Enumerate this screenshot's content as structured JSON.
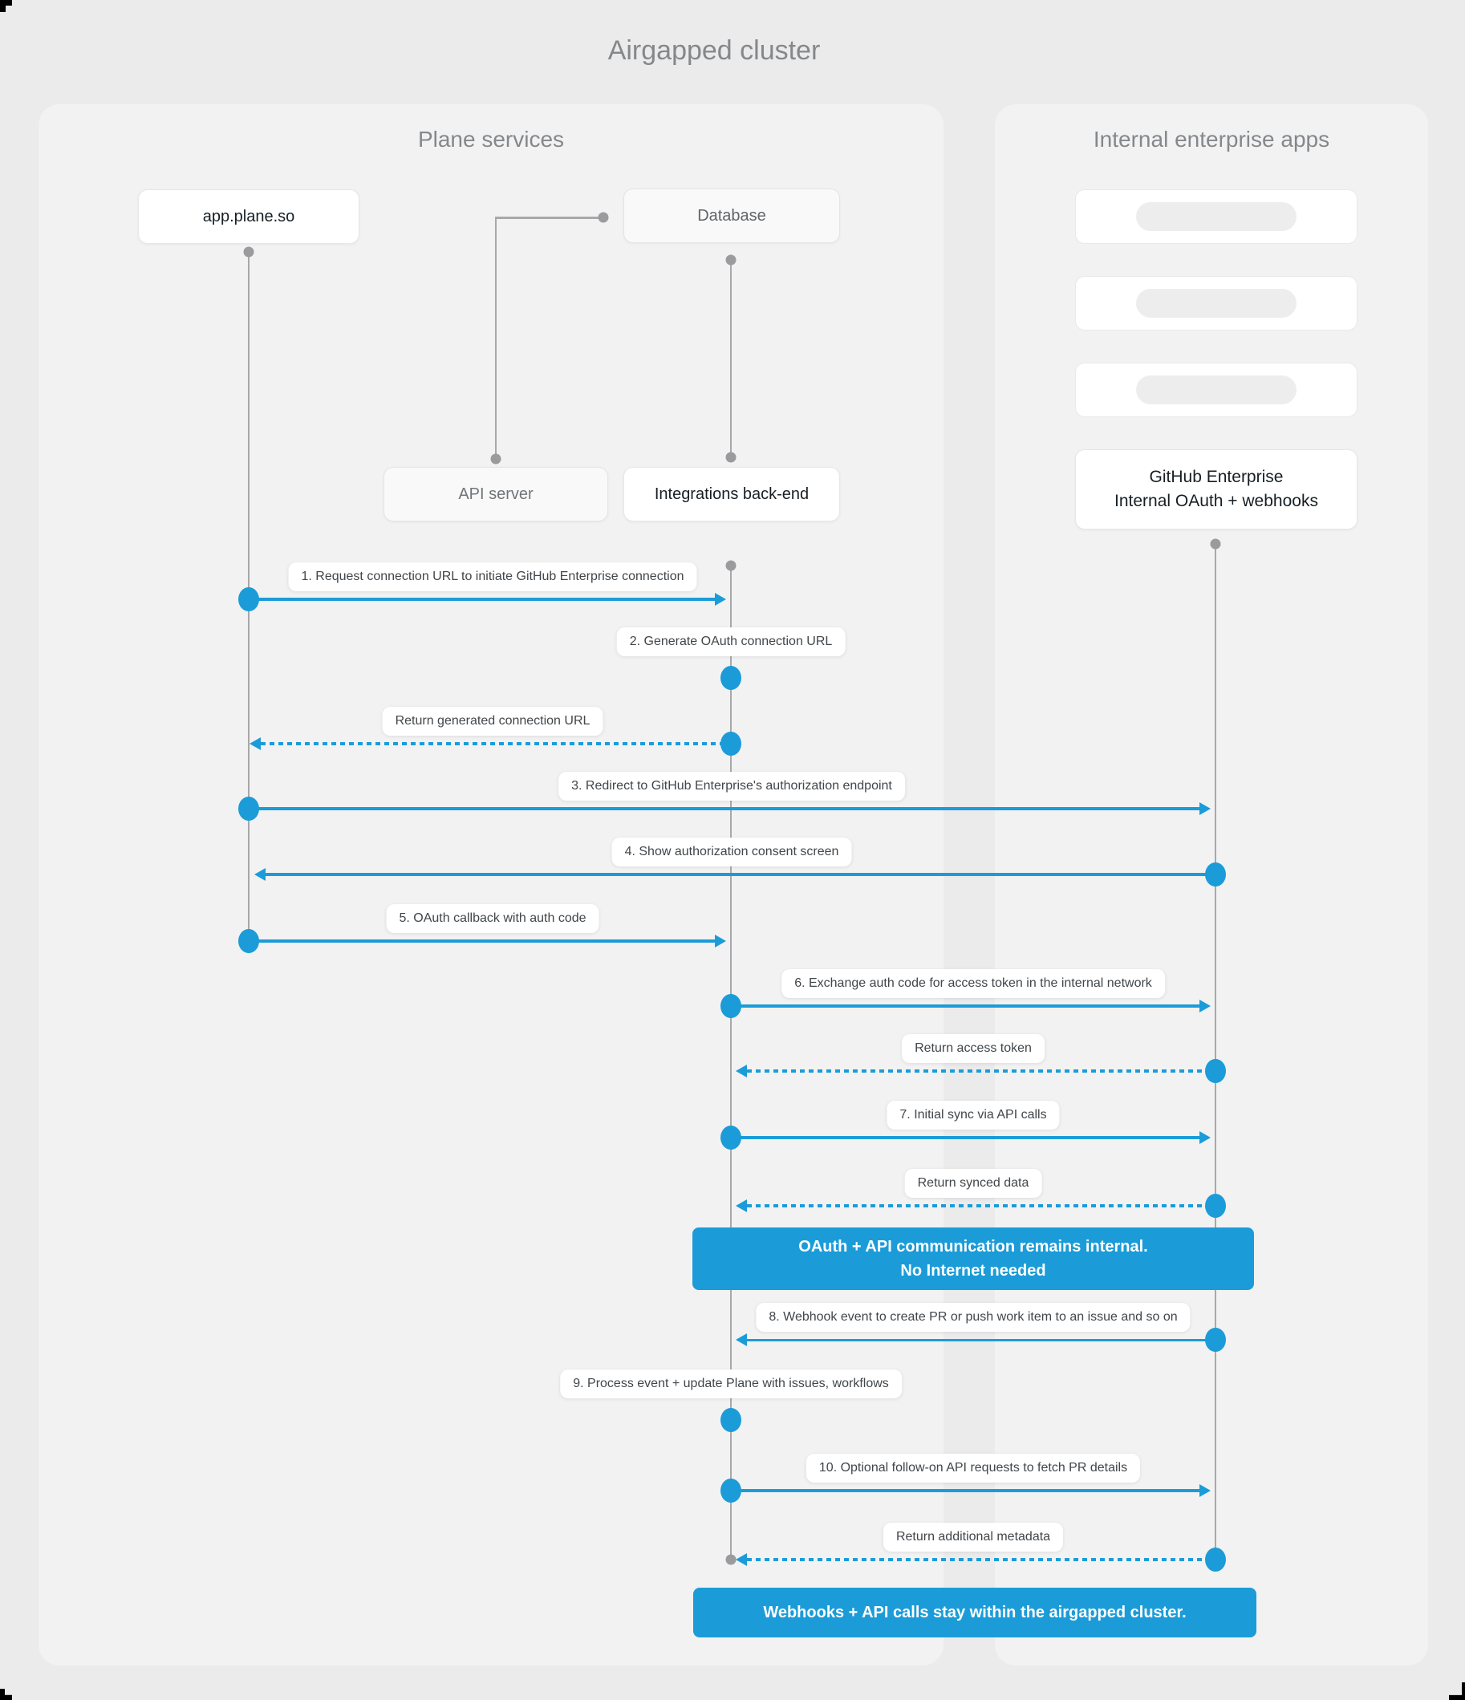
{
  "title": "Airgapped cluster",
  "colors": {
    "accent": "#1b9cd8",
    "page_bg": "#ebebec",
    "panel_bg": "#f2f2f3"
  },
  "panels": {
    "plane": {
      "title": "Plane services"
    },
    "internal": {
      "title": "Internal enterprise apps"
    }
  },
  "nodes": {
    "app": {
      "label": "app.plane.so"
    },
    "database": {
      "label": "Database"
    },
    "api_server": {
      "label": "API server"
    },
    "integrations": {
      "label": "Integrations back-end"
    },
    "github": {
      "line1": "GitHub Enterprise",
      "line2": "Internal OAuth + webhooks"
    }
  },
  "messages": [
    {
      "label": "1. Request connection URL to initiate GitHub Enterprise connection"
    },
    {
      "label": "2. Generate OAuth connection URL"
    },
    {
      "label": "Return generated connection URL"
    },
    {
      "label": "3. Redirect to GitHub Enterprise's authorization endpoint"
    },
    {
      "label": "4. Show authorization consent screen"
    },
    {
      "label": "5. OAuth callback with auth code"
    },
    {
      "label": "6. Exchange auth code for access token in the internal network"
    },
    {
      "label": "Return access token"
    },
    {
      "label": "7. Initial sync via API calls"
    },
    {
      "label": "Return synced data"
    },
    {
      "label": "8. Webhook event to create PR or push work item to an issue and so on"
    },
    {
      "label": "9. Process event + update Plane with issues, workflows"
    },
    {
      "label": "10. Optional follow-on API requests to fetch PR details"
    },
    {
      "label": "Return additional metadata"
    }
  ],
  "notes": [
    {
      "lines": [
        "OAuth + API communication remains internal.",
        "No Internet needed"
      ]
    },
    {
      "lines": [
        "Webhooks + API calls stay within the airgapped cluster."
      ]
    }
  ]
}
